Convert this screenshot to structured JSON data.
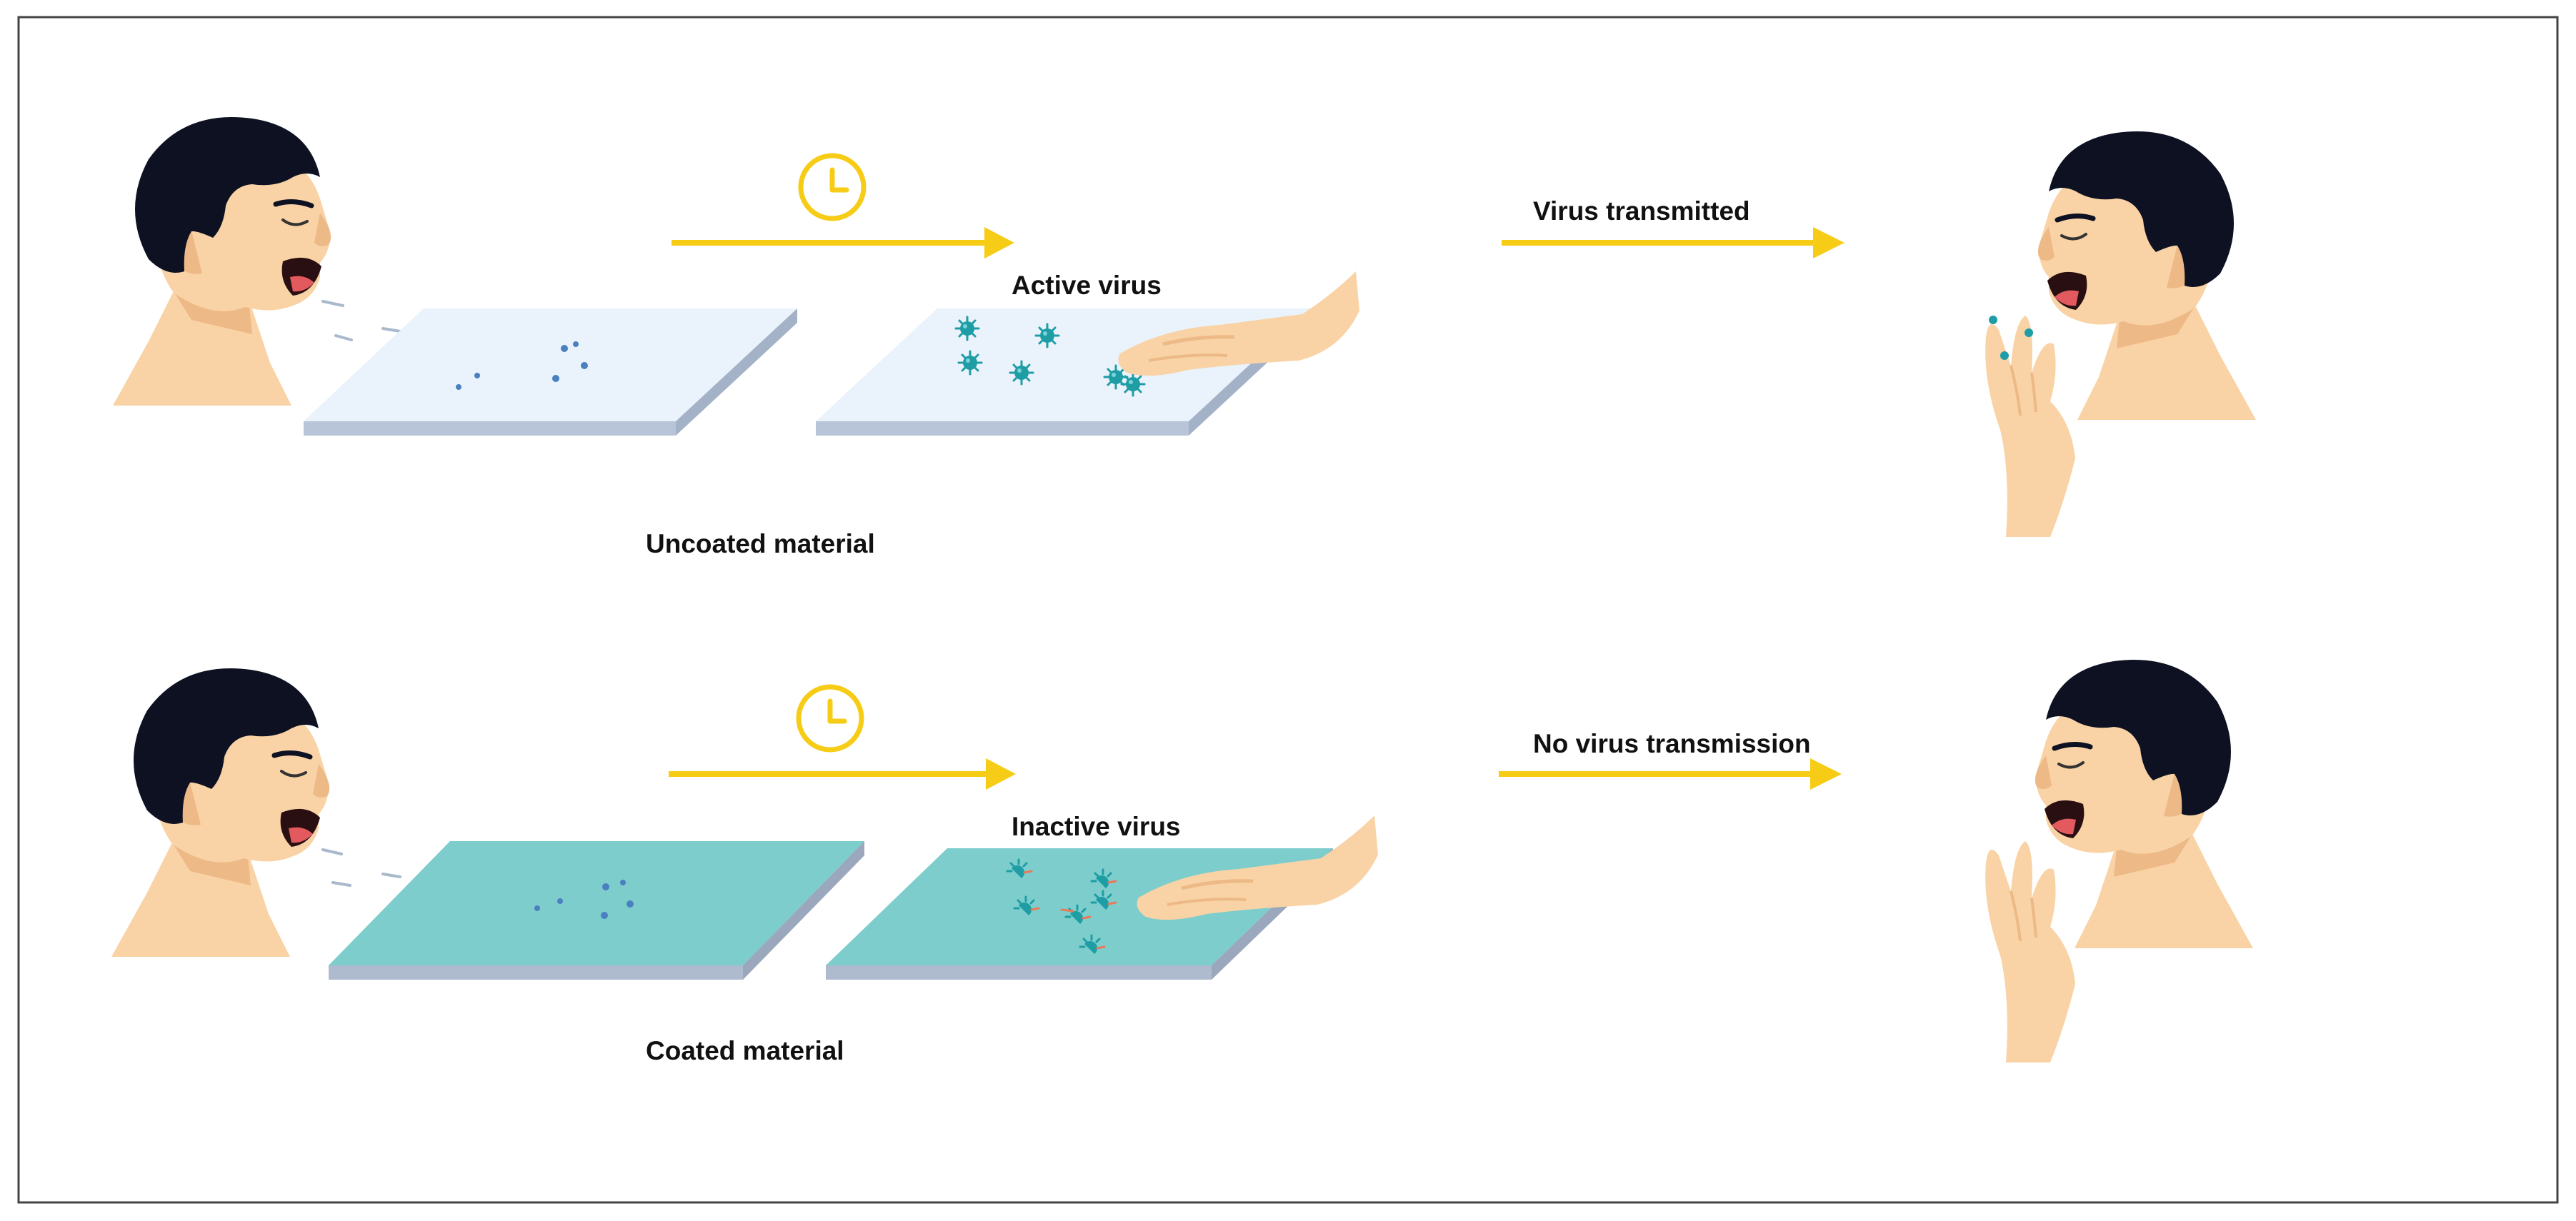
{
  "labels": {
    "top_surface_note": "Active virus",
    "top_outcome": "Virus transmitted",
    "top_material": "Uncoated material",
    "bottom_surface_note": "Inactive virus",
    "bottom_outcome": "No virus transmission",
    "bottom_material": "Coated material"
  },
  "colors": {
    "arrow": "#F7CC16",
    "clock": "#F7CC16",
    "hair": "#0D1122",
    "skin": "#F9D3A5",
    "skin_shadow": "#EDB986",
    "uncoated_top": "#EAF2FB",
    "uncoated_side": "#B8C4D8",
    "coated_top": "#7DCDCC",
    "coated_side": "#AEBACD",
    "virus": "#1E9DA5",
    "virus_inactive_mark": "#E8795A",
    "droplet": "#4A7FC0",
    "frame": "#444444"
  }
}
